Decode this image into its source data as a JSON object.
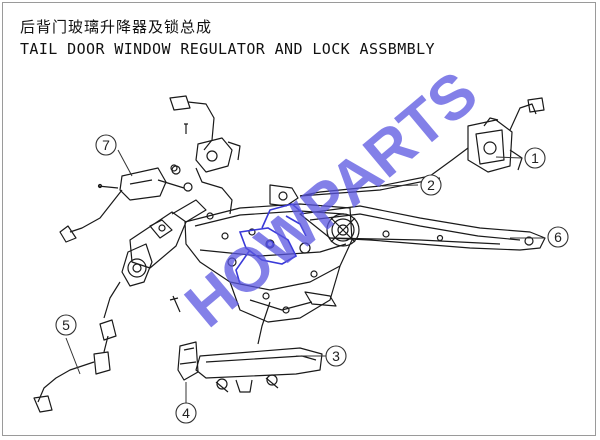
{
  "title_cn": "后背门玻璃升降器及锁总成",
  "title_en": "TAIL DOOR WINDOW REGULATOR AND LOCK ASSBMBLY",
  "watermark": "HOWPARTS",
  "callouts": [
    {
      "number": "1",
      "part": "lock"
    },
    {
      "number": "2",
      "part": "cable"
    },
    {
      "number": "3",
      "part": "handle"
    },
    {
      "number": "4",
      "part": "clip"
    },
    {
      "number": "5",
      "part": "harness"
    },
    {
      "number": "6",
      "part": "regulator-rail"
    },
    {
      "number": "7",
      "part": "motor-bracket"
    }
  ],
  "colors": {
    "line": "#1a1a1a",
    "callout": "#333333",
    "highlight": "#3a3ad8",
    "watermark": "#5a55e0"
  }
}
